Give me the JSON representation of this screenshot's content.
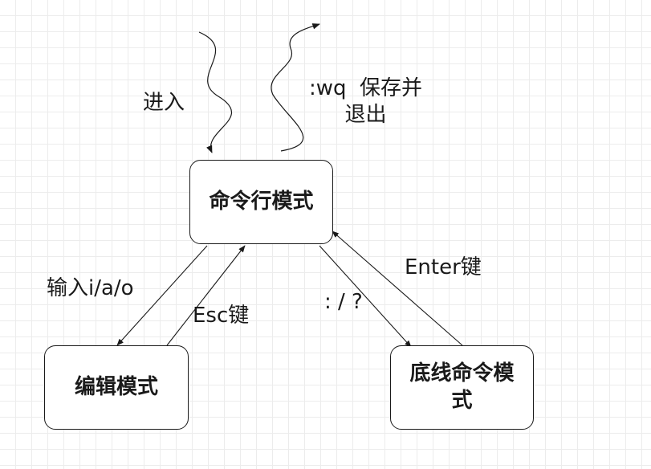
{
  "nodes": {
    "command_mode": "命令行模式",
    "edit_mode": "编辑模式",
    "last_line_mode": "底线命令模式"
  },
  "labels": {
    "enter": "进入",
    "save_exit_line1": ":wq  保存并",
    "save_exit_line2": "退出",
    "insert_keys": "输入i/a/o",
    "esc_key": "Esc键",
    "search_keys": ": / ?",
    "enter_key": "Enter键"
  }
}
